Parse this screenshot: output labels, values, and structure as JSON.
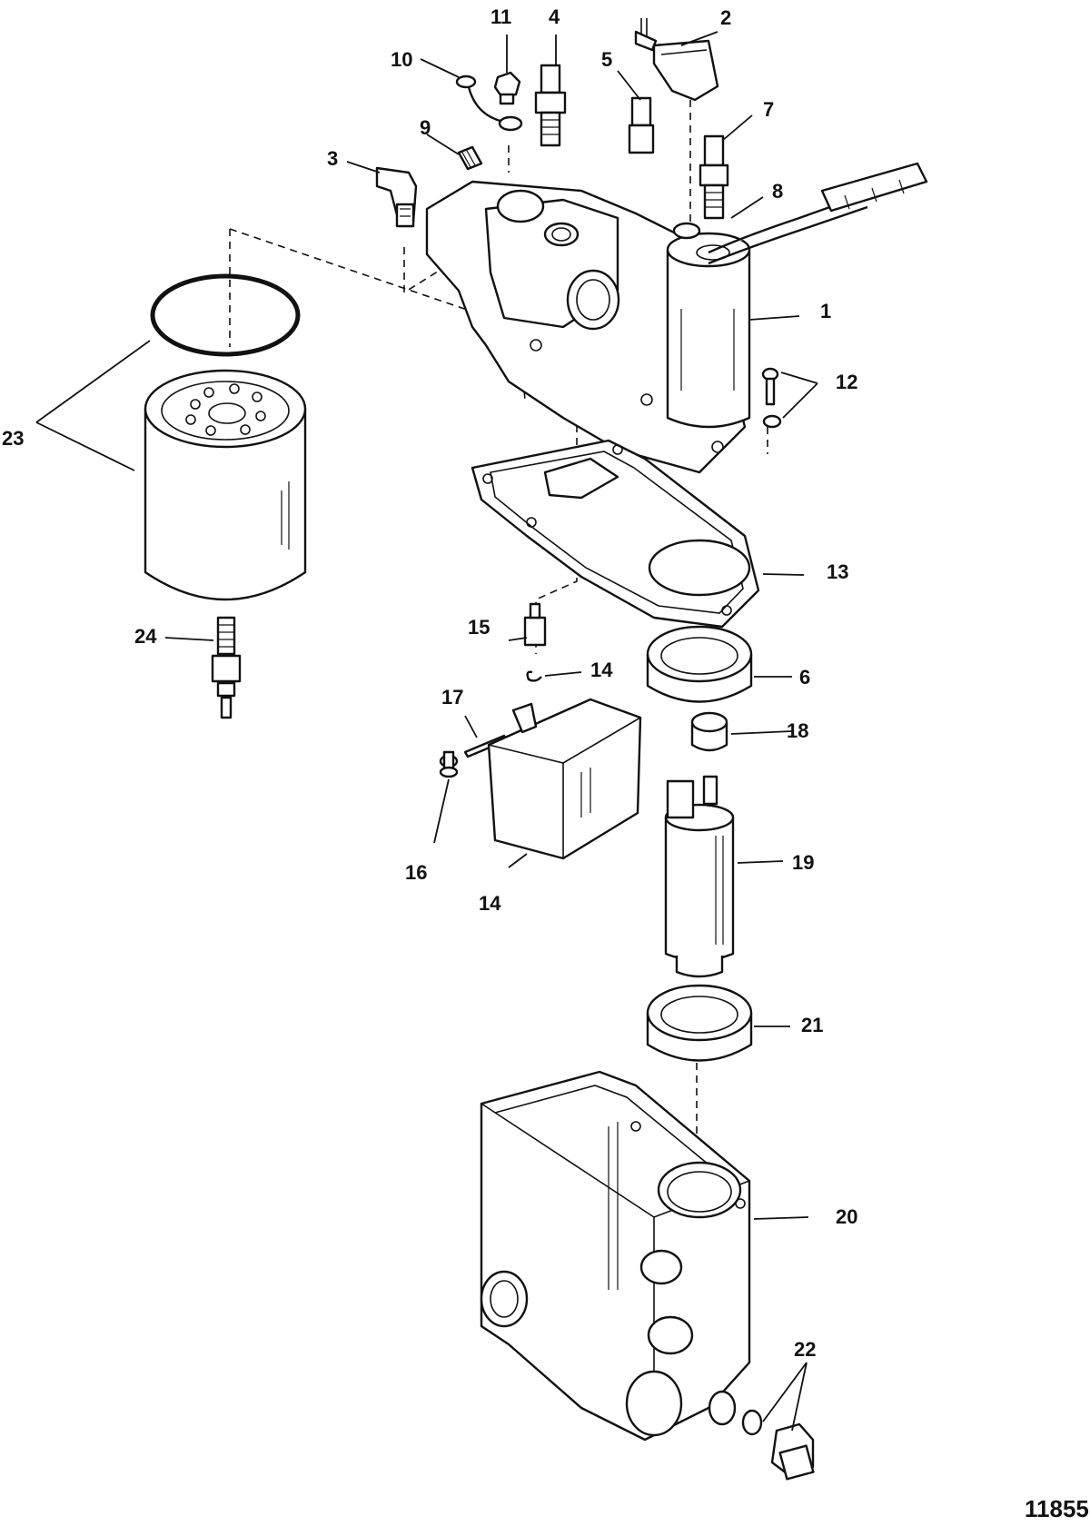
{
  "figure_id": "11855",
  "callouts": [
    {
      "id": "c1",
      "label": "1"
    },
    {
      "id": "c2",
      "label": "2"
    },
    {
      "id": "c3",
      "label": "3"
    },
    {
      "id": "c4",
      "label": "4"
    },
    {
      "id": "c5",
      "label": "5"
    },
    {
      "id": "c6",
      "label": "6"
    },
    {
      "id": "c7",
      "label": "7"
    },
    {
      "id": "c8",
      "label": "8"
    },
    {
      "id": "c9",
      "label": "9"
    },
    {
      "id": "c10",
      "label": "10"
    },
    {
      "id": "c11",
      "label": "11"
    },
    {
      "id": "c12",
      "label": "12"
    },
    {
      "id": "c13",
      "label": "13"
    },
    {
      "id": "c14a",
      "label": "14"
    },
    {
      "id": "c14b",
      "label": "14"
    },
    {
      "id": "c15",
      "label": "15"
    },
    {
      "id": "c16",
      "label": "16"
    },
    {
      "id": "c17",
      "label": "17"
    },
    {
      "id": "c18",
      "label": "18"
    },
    {
      "id": "c19",
      "label": "19"
    },
    {
      "id": "c20",
      "label": "20"
    },
    {
      "id": "c21",
      "label": "21"
    },
    {
      "id": "c22",
      "label": "22"
    },
    {
      "id": "c23",
      "label": "23"
    },
    {
      "id": "c24",
      "label": "24"
    }
  ]
}
